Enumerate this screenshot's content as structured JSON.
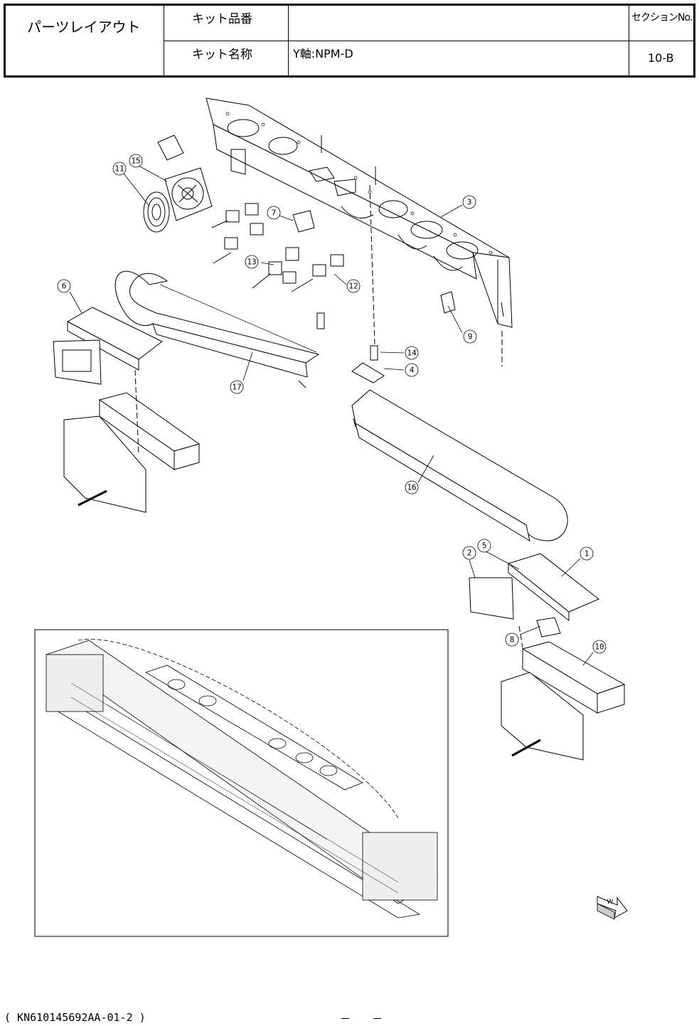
{
  "header": {
    "title": "パーツレイアウト",
    "kit_no_label": "キット品番",
    "kit_no_value": "",
    "kit_name_label": "キット名称",
    "kit_name_value": "Y軸:NPM-D",
    "section_label": "セクションNo.",
    "section_value": "10-B"
  },
  "callouts": [
    "1",
    "2",
    "3",
    "4",
    "5",
    "6",
    "7",
    "8",
    "9",
    "10",
    "11",
    "12",
    "13",
    "14",
    "15",
    "16",
    "17"
  ],
  "direction_mark": "W",
  "footer": {
    "doc_code": "( KN610145692AA-01-2 )",
    "page_dashes": "－　　－"
  }
}
